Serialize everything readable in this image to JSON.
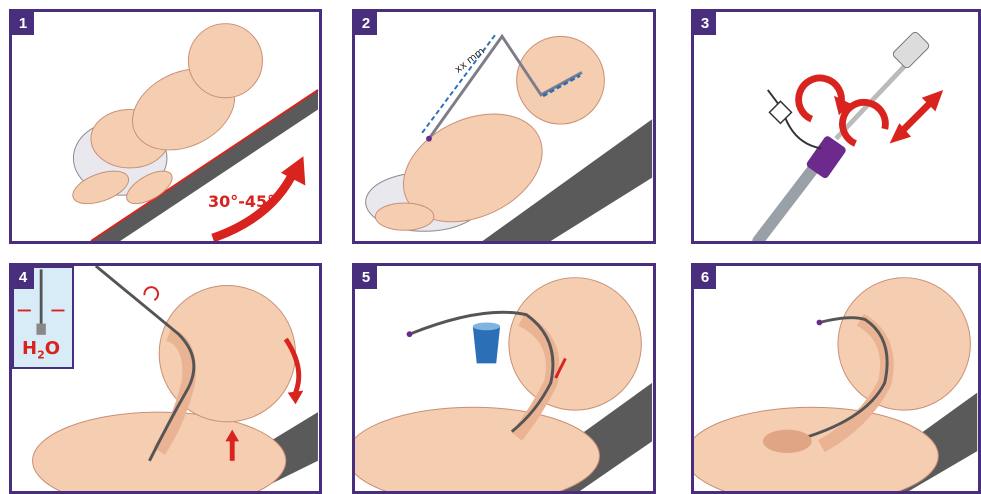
{
  "panels": [
    {
      "number": "1",
      "label": "30°-45°"
    },
    {
      "number": "2",
      "label": "xx mm"
    },
    {
      "number": "3"
    },
    {
      "number": "4",
      "label_main": "H",
      "label_sub": "2",
      "label_end": "O"
    },
    {
      "number": "5"
    },
    {
      "number": "6"
    }
  ],
  "colors": {
    "frame": "#4a2e7e",
    "accent_red": "#d8231e",
    "skin": "#f5cdb0",
    "skin_shade": "#e9b394",
    "board": "#5a5a5a",
    "tube_purple": "#6b2a8c",
    "water": "#d8ecf7"
  },
  "icons": [
    "rotate-arrow-icon",
    "push-pull-arrow-icon",
    "cup-icon",
    "syringe-icon"
  ]
}
